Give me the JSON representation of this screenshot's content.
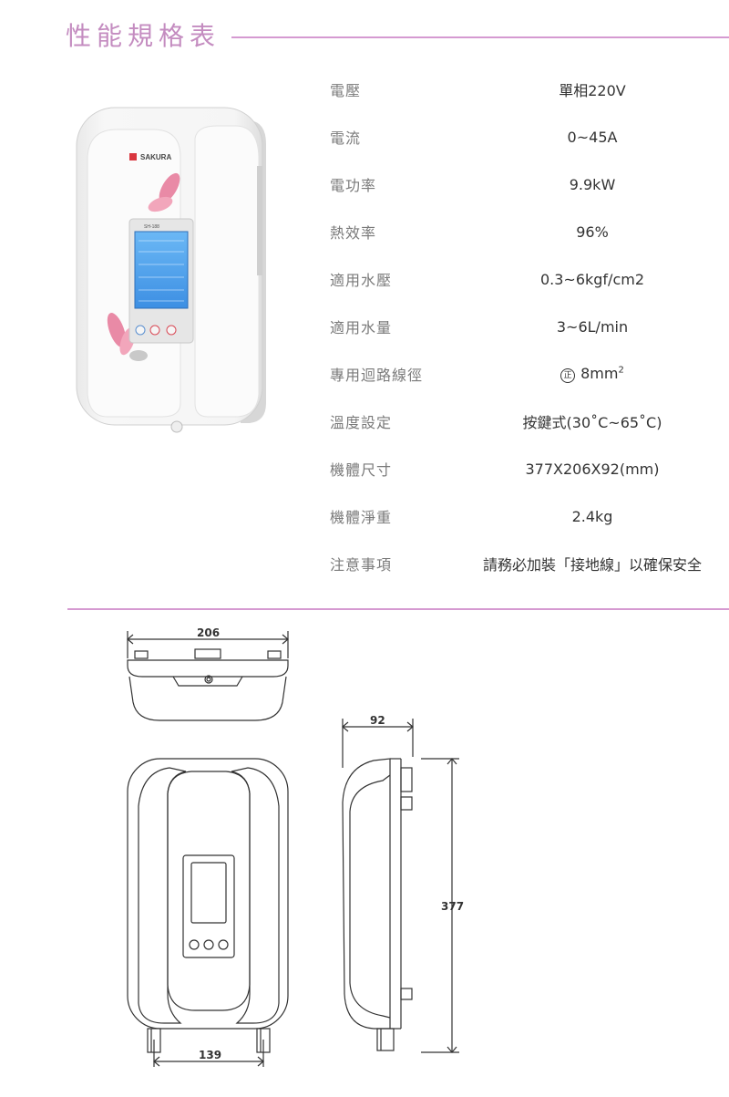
{
  "title": "性能規格表",
  "brand": "SAKURA",
  "model_small": "SH-188",
  "specs": [
    {
      "label": "電壓",
      "value": "單相220V"
    },
    {
      "label": "電流",
      "value": "0~45A"
    },
    {
      "label": "電功率",
      "value": "9.9kW"
    },
    {
      "label": "熱效率",
      "value": "96%"
    },
    {
      "label": "適用水壓",
      "value": "0.3~6kgf/cm2"
    },
    {
      "label": "適用水量",
      "value": "3~6L/min"
    },
    {
      "label": "專用迴路線徑",
      "value_mark": "正",
      "value": "8mm",
      "value_sup": "2"
    },
    {
      "label": "溫度設定",
      "value": "按鍵式(30˚C~65˚C)"
    },
    {
      "label": "機體尺寸",
      "value": "377X206X92(mm)"
    },
    {
      "label": "機體淨重",
      "value": "2.4kg"
    },
    {
      "label": "注意事項",
      "value": "請務必加裝「接地線」以確保安全"
    }
  ],
  "dimensions": {
    "width": "206",
    "depth": "92",
    "height": "377",
    "pipe_spacing": "139"
  },
  "colors": {
    "accent": "#d59ad1",
    "title": "#c48cc0",
    "screen": "#4aa3f0",
    "petal": "#e98aa6"
  }
}
